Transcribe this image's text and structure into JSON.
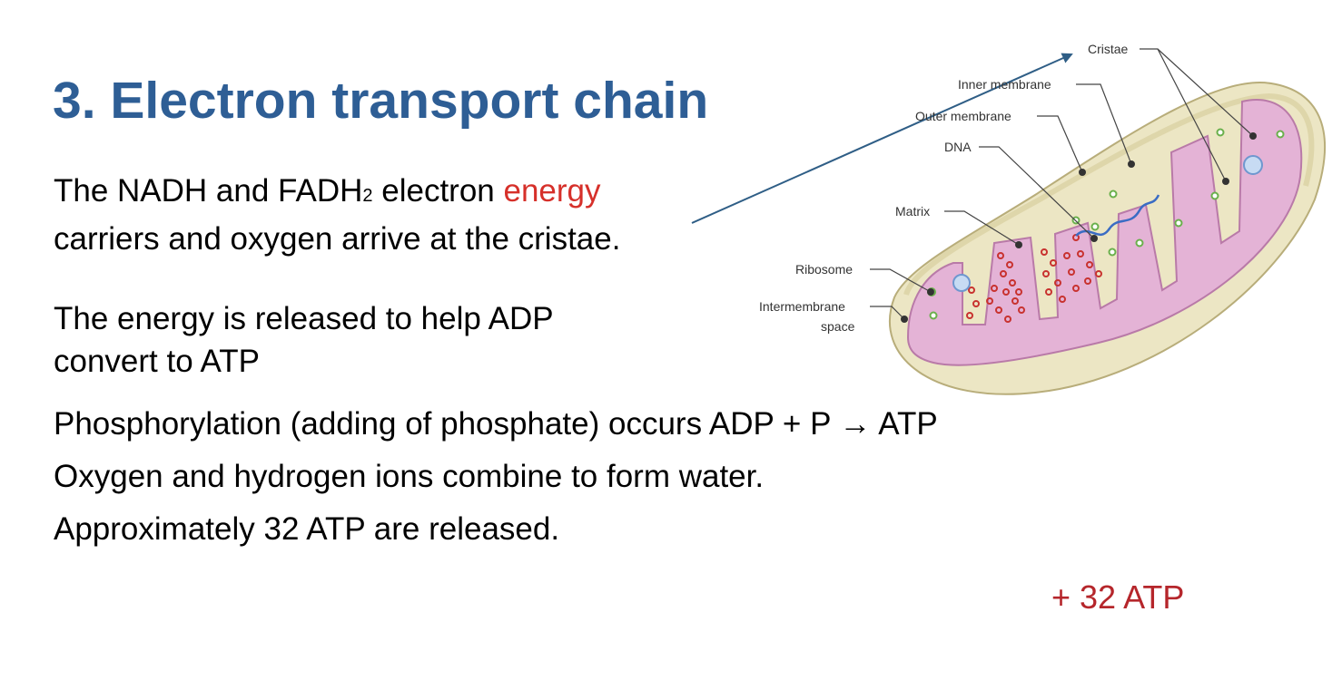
{
  "slide": {
    "title": "3. Electron transport chain",
    "para1": {
      "line1_pre": "The NADH and FADH",
      "line1_sub": "2",
      "line1_mid": " electron ",
      "line1_accent": "energy",
      "line2": "carriers and oxygen arrive at the cristae."
    },
    "para2": {
      "line1": "The energy is released to help ADP",
      "line2": "convert to ATP"
    },
    "bullets": [
      "Phosphorylation (adding of phosphate) occurs ADP + P → ATP",
      "Oxygen and hydrogen ions combine to form water.",
      "Approximately 32 ATP are released."
    ],
    "atp_result": "+ 32 ATP"
  },
  "diagram": {
    "labels": {
      "cristae": "Cristae",
      "inner_membrane": "Inner membrane",
      "outer_membrane": "Outer membrane",
      "dna": "DNA",
      "matrix": "Matrix",
      "ribosome": "Ribosome",
      "intermembrane_1": "Intermembrane",
      "intermembrane_2": "space"
    }
  },
  "colors": {
    "title": "#2e5e95",
    "accent": "#d6302a",
    "atp_result": "#b5262b",
    "outer_membrane": "#ece6c4",
    "inner_membrane": "#e4b3d6",
    "ribosome": "#6ab04c",
    "arrow": "#2f5e86"
  }
}
